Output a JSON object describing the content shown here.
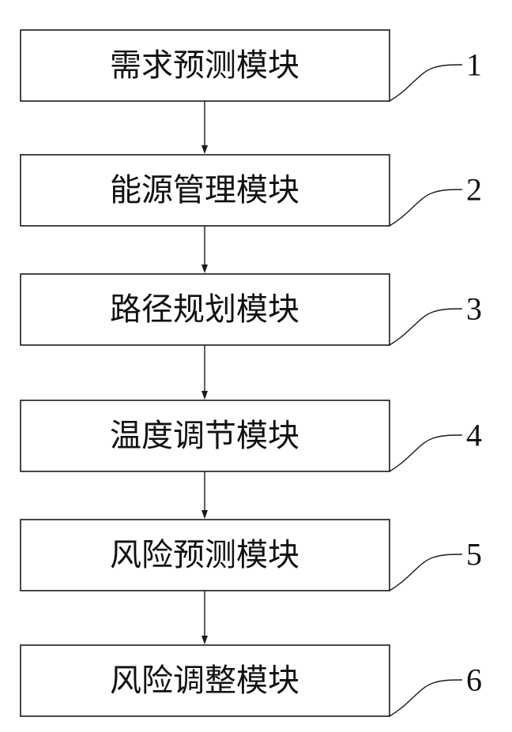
{
  "modules": [
    {
      "label": "需求预测模块",
      "ref": "1"
    },
    {
      "label": "能源管理模块",
      "ref": "2"
    },
    {
      "label": "路径规划模块",
      "ref": "3"
    },
    {
      "label": "温度调节模块",
      "ref": "4"
    },
    {
      "label": "风险预测模块",
      "ref": "5"
    },
    {
      "label": "风险调整模块",
      "ref": "6"
    }
  ]
}
